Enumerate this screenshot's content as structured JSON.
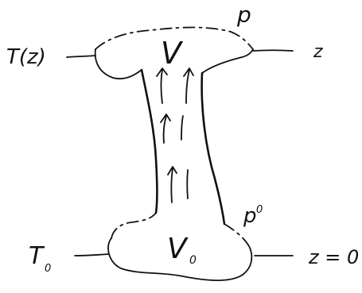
{
  "labels": {
    "upper_temperature": "T(z)",
    "upper_volume": "V",
    "upper_pressure": "p",
    "upper_height": "z",
    "lower_temperature": "T",
    "lower_temperature_subscript": "0",
    "lower_volume": "V",
    "lower_volume_subscript": "0",
    "lower_pressure": "p",
    "lower_pressure_superscript": "0",
    "lower_height": "z = 0"
  }
}
